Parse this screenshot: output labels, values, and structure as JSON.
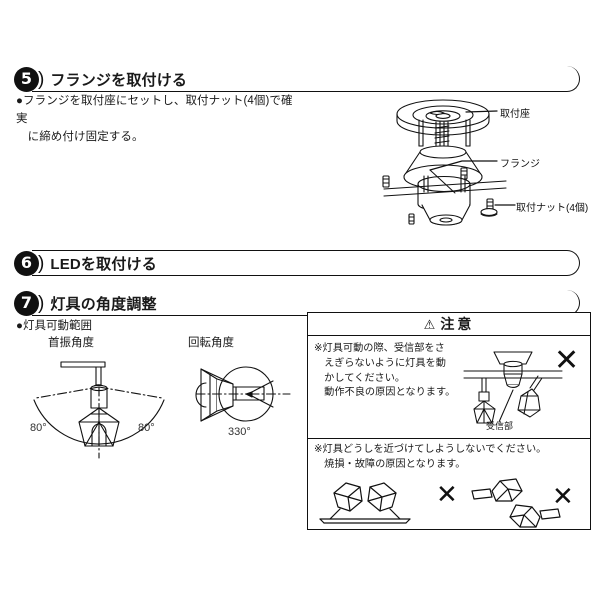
{
  "document": {
    "language": "ja",
    "type": "installation-manual-page"
  },
  "steps": [
    {
      "number": "5",
      "paren": ")",
      "title": "フランジを取付ける",
      "body_lines": [
        "●フランジを取付座にセットし、取付ナット(4個)で確実",
        "　に締め付け固定する。"
      ]
    },
    {
      "number": "6",
      "paren": ")",
      "title": "LEDを取付ける",
      "body_lines": []
    },
    {
      "number": "7",
      "paren": ")",
      "title": "灯具の角度調整",
      "sub_head": "●灯具可動範囲",
      "body_lines": []
    }
  ],
  "flange_diagram": {
    "labels": {
      "mounting_base": "取付座",
      "flange": "フランジ",
      "mounting_nuts": "取付ナット(4個)"
    }
  },
  "angle_diagrams": {
    "swing": {
      "title": "首振角度",
      "left_value": "80°",
      "right_value": "80°"
    },
    "rotation": {
      "title": "回転角度",
      "value": "330°"
    }
  },
  "caution": {
    "heading": "注意",
    "warning_icon": "⚠",
    "items": [
      {
        "text_lines": [
          "※灯具可動の際、受信部をさ",
          "　えぎらないように灯具を動",
          "　かしてください。",
          "　動作不良の原因となります。"
        ],
        "diagram_label": "受信部",
        "mark": "✕"
      },
      {
        "text_lines": [
          "※灯具どうしを近づけてしようしないでください。",
          "　焼損・故障の原因となります。"
        ],
        "mark_left": "✕",
        "mark_right": "✕"
      }
    ]
  },
  "colors": {
    "ink": "#111111",
    "text": "#1a1a1a",
    "paper": "#ffffff",
    "line": "#333333"
  }
}
